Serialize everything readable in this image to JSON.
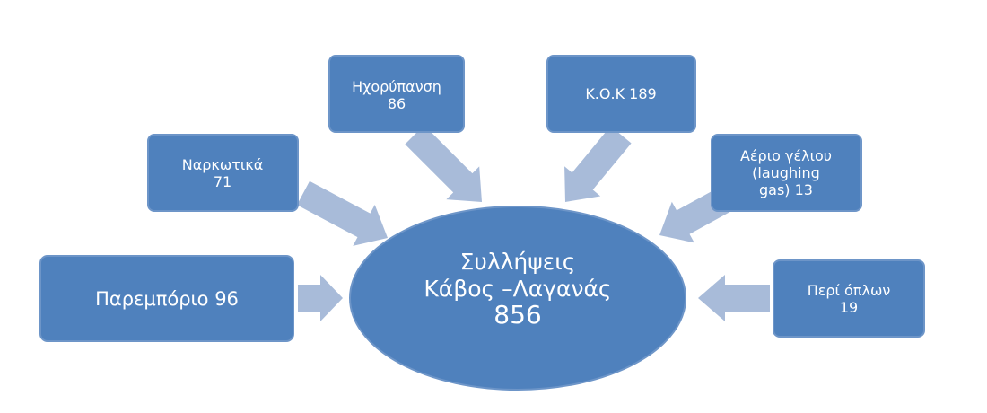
{
  "colors": {
    "box": "#4f81bd",
    "box_border": "#6d95c8",
    "arrow": "#a8bbd9",
    "text": "#ffffff"
  },
  "center": {
    "line1": "Συλλήψεις",
    "line2": "Κάβος –Λαγανάς",
    "line3": "856"
  },
  "nodes": {
    "paremporio": {
      "line1": "Παρεμπόριο 96"
    },
    "narkotika": {
      "line1": "Ναρκωτικά",
      "line2": "71"
    },
    "ixorypansi": {
      "line1": "Ηχορύπανση",
      "line2": "86"
    },
    "kok": {
      "line1": "Κ.Ο.Κ  189"
    },
    "aerio": {
      "line1": "Αέριο γέλιου",
      "line2": "(laughing",
      "line3": "gas)  13"
    },
    "opla": {
      "line1": "Περί όπλων",
      "line2": "19"
    }
  }
}
